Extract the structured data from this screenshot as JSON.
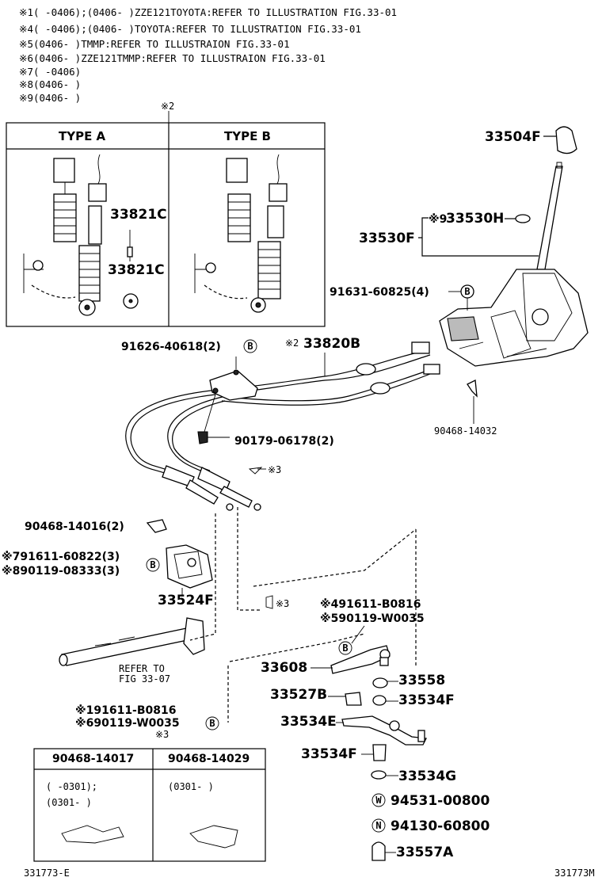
{
  "notes": [
    "※1(    -0406);(0406-    )ZZE121TOYOTA:REFER TO ILLUSTRATION FIG.33-01",
    "※4(    -0406);(0406-    )TOYOTA:REFER TO ILLUSTRATION FIG.33-01",
    "※5(0406-    )TMMP:REFER TO ILLUSTRAION FIG.33-01",
    "※6(0406-    )ZZE121TMMP:REFER TO ILLUSTRAION FIG.33-01",
    "※7(    -0406)",
    "※8(0406-    )",
    "※9(0406-    )"
  ],
  "type_box": {
    "ref_mark": "※2",
    "type_a": "TYPE  A",
    "type_b": "TYPE  B",
    "part_upper": "33821C",
    "part_lower": "33821C"
  },
  "parts": {
    "knob": "33504F",
    "boot_note": "※9",
    "boot": "33530H",
    "lever": "33530F",
    "bolt_housing": "91631-60825(4)",
    "bolt_b1": "B",
    "cable_bolt": "91626-40618(2)",
    "cable_bolt_b": "B",
    "cable_note": "※2",
    "cable": "33820B",
    "clip_right": "90468-14032",
    "nut": "90179-06178(2)",
    "mark3_a": "※3",
    "clip_left": "90468-14016(2)",
    "bolt_7": "※791611-60822(3)",
    "bolt_8": "※890119-08333(3)",
    "bracket_b": "B",
    "bracket": "33524F",
    "mark3_b": "※3",
    "bolt_4": "※491611-B0816",
    "bolt_5": "※590119-W0035",
    "lever_b": "B",
    "refer_1": "REFER TO",
    "refer_2": "FIG 33-07",
    "control_lever": "33608",
    "bush_1": "33558",
    "bush_2": "33527B",
    "bush_3": "33534F",
    "shift_lever": "33534E",
    "bolt_1": "※191611-B0816",
    "bolt_6": "※690119-W0035",
    "lower_b": "B",
    "mark3_c": "※3",
    "collar": "33534F",
    "washer": "33534G",
    "washer_w": "W",
    "washer_pn": "94531-00800",
    "nut_n": "N",
    "nut_pn": "94130-60800",
    "cap": "33557A"
  },
  "clip_table": {
    "col1": "90468-14017",
    "col2": "90468-14029",
    "col1_range_1": "(     -0301);",
    "col1_range_2": "(0301-     )",
    "col2_range": "(0301-     )"
  },
  "footer": {
    "left": "331773-E",
    "right": "331773M"
  }
}
